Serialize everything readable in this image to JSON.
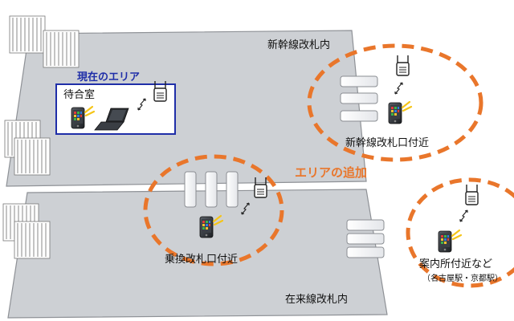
{
  "colors": {
    "floor_fill": "#cdd0d4",
    "floor_edge": "#8e9196",
    "waiting_fill": "#ffffff",
    "waiting_edge": "#1f2ea8",
    "accent_orange": "#e9762b",
    "current_area_blue": "#1f2ea8"
  },
  "labels": {
    "shinkansen_gates_inside": "新幹線改札内",
    "current_area": "現在のエリア",
    "waiting_room": "待合室",
    "shinkansen_gate_near": "新幹線改札口付近",
    "area_addition": "エリアの追加",
    "transfer_gate_near": "乗換改札口付近",
    "information_desk_near": "案内所付近など",
    "example_stations": "（名古屋駅・京都駅）",
    "conventional_gates_inside": "在来線改札内"
  },
  "icons": {
    "phone": "smartphone-icon",
    "laptop": "laptop-icon",
    "access_point": "wifi-access-point-icon",
    "signal": "wireless-signal-icon",
    "gate": "ticket-gate-icon"
  }
}
